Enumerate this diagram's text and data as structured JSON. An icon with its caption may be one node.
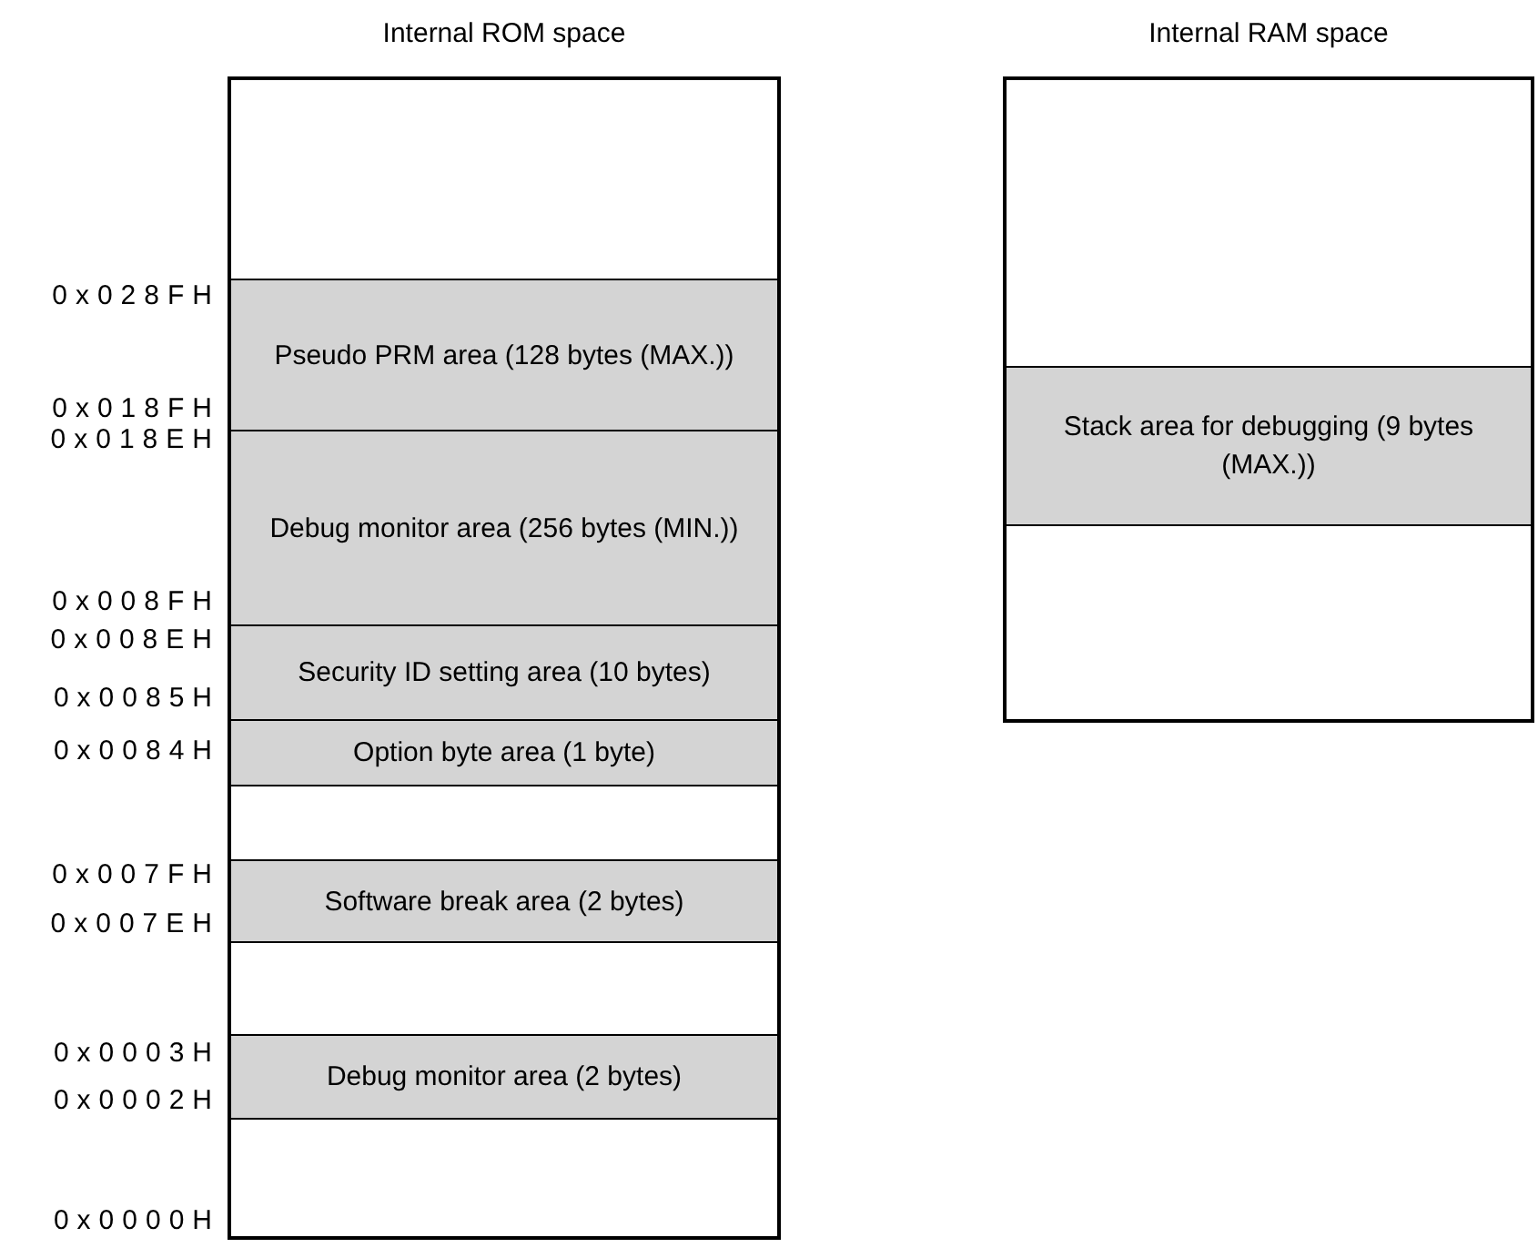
{
  "diagram": {
    "nodes": [
      {
        "text": [
          "Internal ROM space"
        ]
      },
      {
        "text": [
          "Pseudo PRM area (128 bytes (MAX.))"
        ],
        "in": 0
      },
      {
        "text": [
          "Debug monitor area (256 bytes (MIN.))"
        ],
        "in": 0
      },
      {
        "text": [
          "Security ID setting area (10 bytes)"
        ],
        "in": 0
      },
      {
        "text": [
          "Option byte area (1 byte)"
        ],
        "in": 0
      },
      {
        "text": [
          "Software break area (2 bytes)"
        ],
        "in": 0
      },
      {
        "text": [
          "Debug monitor area (2 bytes)"
        ],
        "in": 0
      },
      {
        "text": [
          "Internal RAM space"
        ]
      },
      {
        "text": [
          "Stack area for debugging (9 bytes (MAX.))"
        ],
        "in": 7
      }
    ],
    "labels": [
      "0x028FH",
      "0x018FH",
      "0x018EH",
      "0x008FH",
      "0x008EH",
      "0x0085H",
      "0x0084H",
      "0x007FH",
      "0x007EH",
      "0x0003H",
      "0x0002H",
      "0x0000H"
    ]
  }
}
